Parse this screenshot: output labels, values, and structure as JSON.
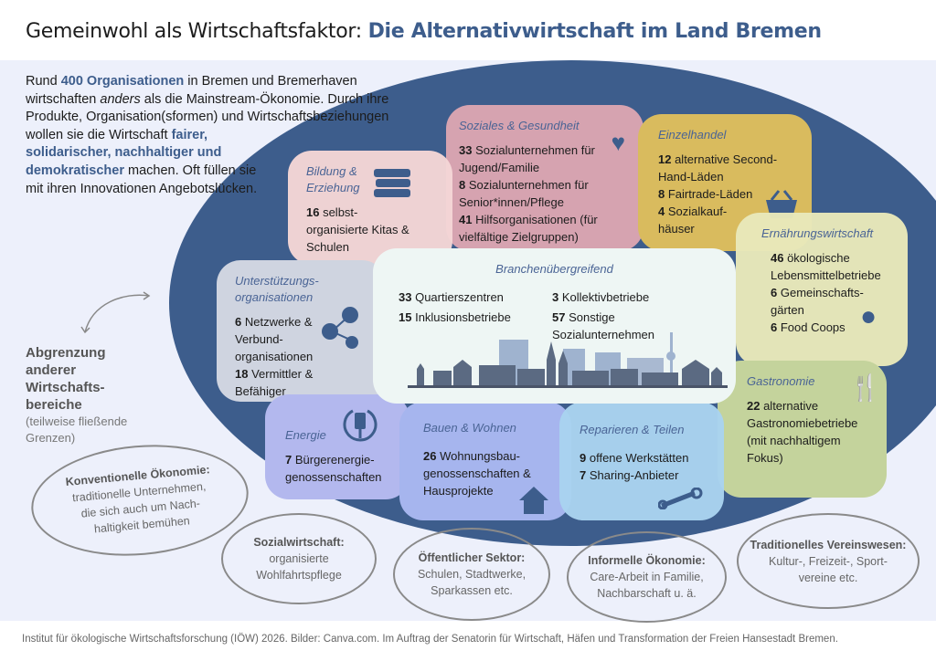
{
  "title": {
    "plain": "Gemeinwohl als Wirtschaftsfaktor:",
    "highlight": "Die Alternativwirtschaft im Land Bremen"
  },
  "intro": [
    "Rund ",
    "400 Organisationen",
    " in Bremen und Bremerhaven wirtschaften ",
    "anders",
    " als die Mainstream-Ökonomie. Durch ihre Produkte, Organisation(sformen) und Wirtschaftsbeziehungen wollen sie die Wirtschaft ",
    "fairer, solidarischer, nachhaltiger und demokratischer",
    " machen. Oft füllen sie mit ihren Innovationen Angebotslücken."
  ],
  "boxes": {
    "bildung": {
      "title": "Bildung & Erziehung",
      "items": [
        {
          "n": "16",
          "t": " selbst-organisierte Kitas & Schulen"
        }
      ]
    },
    "soziales": {
      "title": "Soziales & Gesundheit",
      "items": [
        {
          "n": "33",
          "t": " Sozialunternehmen für Jugend/Familie"
        },
        {
          "n": "8",
          "t": " Sozialunternehmen für Senior*innen/Pflege"
        },
        {
          "n": "41",
          "t": " Hilfsorganisationen (für vielfältige Zielgruppen)"
        }
      ]
    },
    "einzelhandel": {
      "title": "Einzelhandel",
      "items": [
        {
          "n": "12",
          "t": " alternative Second-Hand-Läden"
        },
        {
          "n": "8",
          "t": " Fairtrade-Läden"
        },
        {
          "n": "4",
          "t": " Sozialkauf-häuser"
        }
      ]
    },
    "ernaehrung": {
      "title": "Ernährungswirtschaft",
      "items": [
        {
          "n": "46",
          "t": " ökologische Lebensmittelbetriebe"
        },
        {
          "n": "6",
          "t": " Gemeinschafts-gärten"
        },
        {
          "n": "6",
          "t": " Food Coops"
        }
      ]
    },
    "gastro": {
      "title": "Gastronomie",
      "items": [
        {
          "n": "22",
          "t": " alternative Gastronomiebetriebe (mit nachhaltigem Fokus)"
        }
      ]
    },
    "unterstuetzung": {
      "title": "Unterstützungs-organisationen",
      "items": [
        {
          "n": "6",
          "t": " Netzwerke & Verbund-organisationen"
        },
        {
          "n": "18",
          "t": " Vermittler & Befähiger"
        }
      ]
    },
    "branchen": {
      "title": "Branchenübergreifend",
      "items": [
        {
          "n": "33",
          "t": " Quartierszentren"
        },
        {
          "n": "15",
          "t": " Inklusionsbetriebe"
        },
        {
          "n": "3",
          "t": " Kollektivbetriebe"
        },
        {
          "n": "57",
          "t": " Sonstige Sozialunternehmen"
        }
      ]
    },
    "energie": {
      "title": "Energie",
      "items": [
        {
          "n": "7",
          "t": " Bürgerenergie-genossenschaften"
        }
      ]
    },
    "bauen": {
      "title": "Bauen & Wohnen",
      "items": [
        {
          "n": "26",
          "t": " Wohnungsbau-genossenschaften & Hausprojekte"
        }
      ]
    },
    "reparieren": {
      "title": "Reparieren & Teilen",
      "items": [
        {
          "n": "9",
          "t": " offene Werkstätten"
        },
        {
          "n": "7",
          "t": " Sharing-Anbieter"
        }
      ]
    }
  },
  "abgrenzung": {
    "title": "Abgrenzung anderer Wirtschafts-bereiche",
    "sub": "(teilweise fließende Grenzen)"
  },
  "circles": [
    {
      "title": "Konventionelle Ökonomie:",
      "text": "traditionelle Unternehmen, die sich auch um Nach-haltigkeit bemühen"
    },
    {
      "title": "Sozialwirtschaft:",
      "text": "organisierte Wohlfahrtspflege"
    },
    {
      "title": "Öffentlicher Sektor:",
      "text": "Schulen, Stadtwerke, Sparkassen etc."
    },
    {
      "title": "Informelle Ökonomie:",
      "text": "Care-Arbeit in Familie, Nachbarschaft u. ä."
    },
    {
      "title": "Traditionelles Vereinswesen:",
      "text": "Kultur-, Freizeit-, Sport-vereine etc."
    }
  ],
  "footer": "Institut für ökologische Wirtschaftsforschung (IÖW) 2026. Bilder: Canva.com. Im Auftrag der Senatorin für Wirtschaft, Häfen und Transformation der Freien Hansestadt Bremen.",
  "colors": {
    "accent": "#3d5d8c",
    "panel": "#edf0fb"
  }
}
